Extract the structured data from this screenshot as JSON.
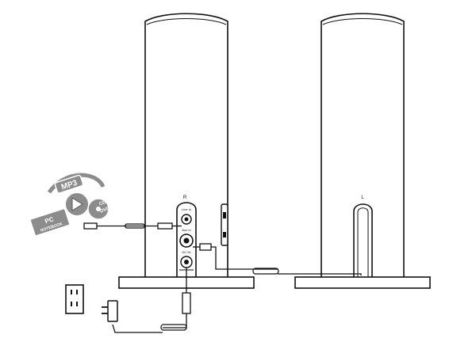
{
  "speakers": {
    "right": {
      "label": "R"
    },
    "left": {
      "label": "L"
    }
  },
  "rear_panel": {
    "line_in": "Line In",
    "aux_in": "Aux In",
    "dc_in": "DC IN"
  },
  "sources": {
    "mp3": "MP3",
    "pc": "PC",
    "notebook": "NOTEBOOK",
    "cd": "CD",
    "dvd": "DVD"
  },
  "colors": {
    "line": "#111111",
    "background": "#ffffff",
    "graphic_gray": "#8c8c8c"
  }
}
